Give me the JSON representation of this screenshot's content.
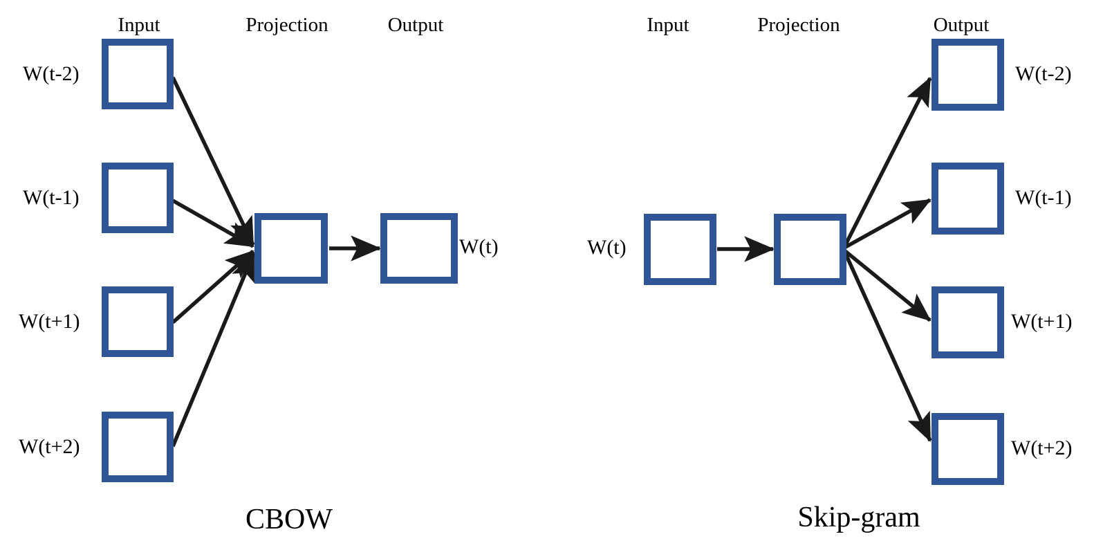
{
  "figure": {
    "background_color": "#ffffff",
    "box_border_color": "#2F5597",
    "arrow_color": "#1a1a1a",
    "text_color": "#000000"
  },
  "diagrams": [
    {
      "id": "cbow",
      "caption": "CBOW",
      "headers": [
        {
          "label": "Input",
          "name": "header-input"
        },
        {
          "label": "Projection",
          "name": "header-projection"
        },
        {
          "label": "Output",
          "name": "header-output"
        }
      ],
      "input_nodes": [
        {
          "label": "W(t-2)"
        },
        {
          "label": "W(t-1)"
        },
        {
          "label": "W(t+1)"
        },
        {
          "label": "W(t+2)"
        }
      ],
      "projection_node": {
        "label": ""
      },
      "output_nodes": [
        {
          "label": "W(t)"
        }
      ]
    },
    {
      "id": "skip-gram",
      "caption": "Skip-gram",
      "headers": [
        {
          "label": "Input",
          "name": "header-input"
        },
        {
          "label": "Projection",
          "name": "header-projection"
        },
        {
          "label": "Output",
          "name": "header-output"
        }
      ],
      "input_nodes": [
        {
          "label": "W(t)"
        }
      ],
      "projection_node": {
        "label": ""
      },
      "output_nodes": [
        {
          "label": "W(t-2)"
        },
        {
          "label": "W(t-1)"
        },
        {
          "label": "W(t+1)"
        },
        {
          "label": "W(t+2)"
        }
      ]
    }
  ]
}
